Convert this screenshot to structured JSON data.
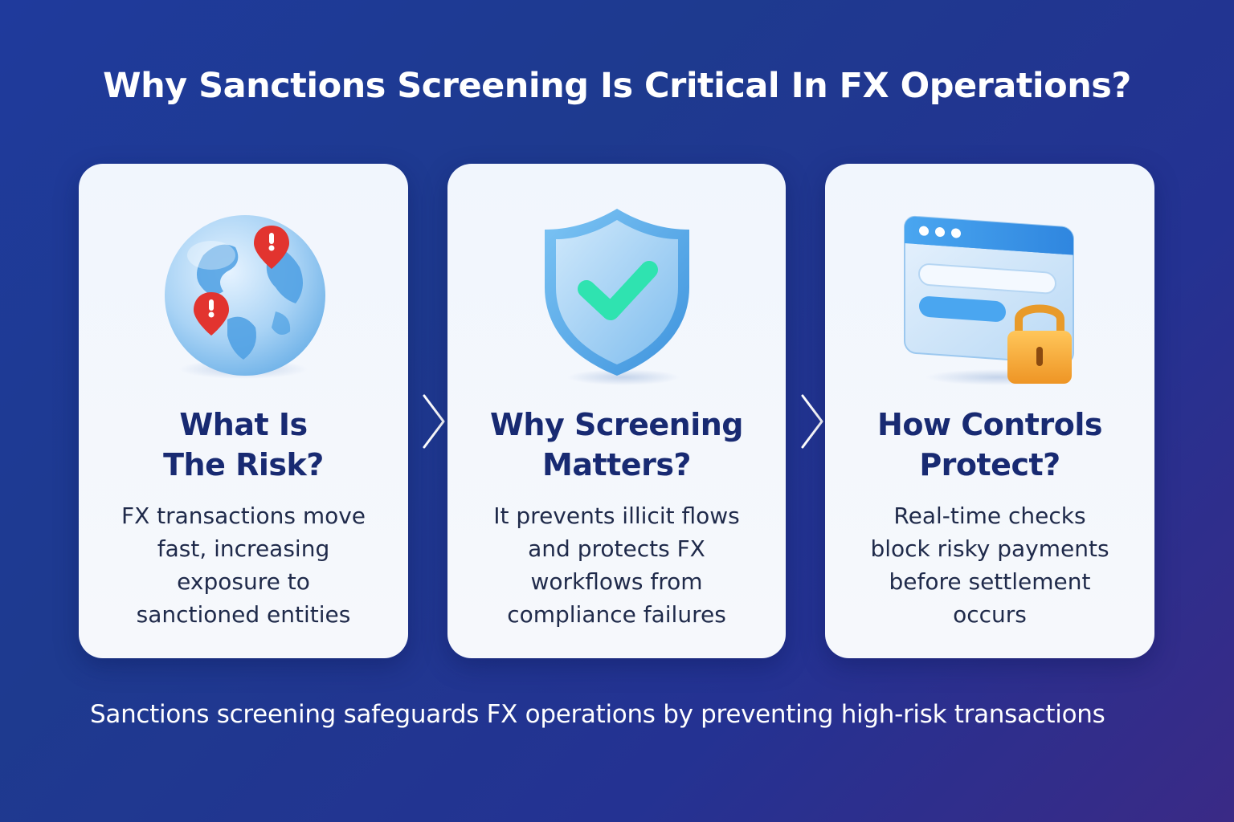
{
  "title": "Why Sanctions Screening Is Critical In FX Operations?",
  "cards": [
    {
      "icon": "globe-alert-icon",
      "heading": [
        "What Is",
        "The Risk?"
      ],
      "body": [
        "FX transactions move",
        "fast, increasing",
        "exposure to",
        "sanctioned entities"
      ]
    },
    {
      "icon": "shield-check-icon",
      "heading": [
        "Why Screening",
        "Matters?"
      ],
      "body": [
        "It prevents illicit flows",
        "and protects FX",
        "workflows from",
        "compliance failures"
      ]
    },
    {
      "icon": "browser-lock-icon",
      "heading": [
        "How Controls",
        "Protect?"
      ],
      "body": [
        "Real-time checks",
        "block risky payments",
        "before settlement",
        "occurs"
      ]
    }
  ],
  "footer": "Sanctions screening safeguards FX operations by preventing high-risk transactions",
  "colors": {
    "background": "#1f3a9c",
    "card": "#f3f7fd",
    "heading": "#182a72",
    "accent_check": "#2fe3b0",
    "alert_pin": "#e2342f",
    "lock": "#f2a63a"
  }
}
